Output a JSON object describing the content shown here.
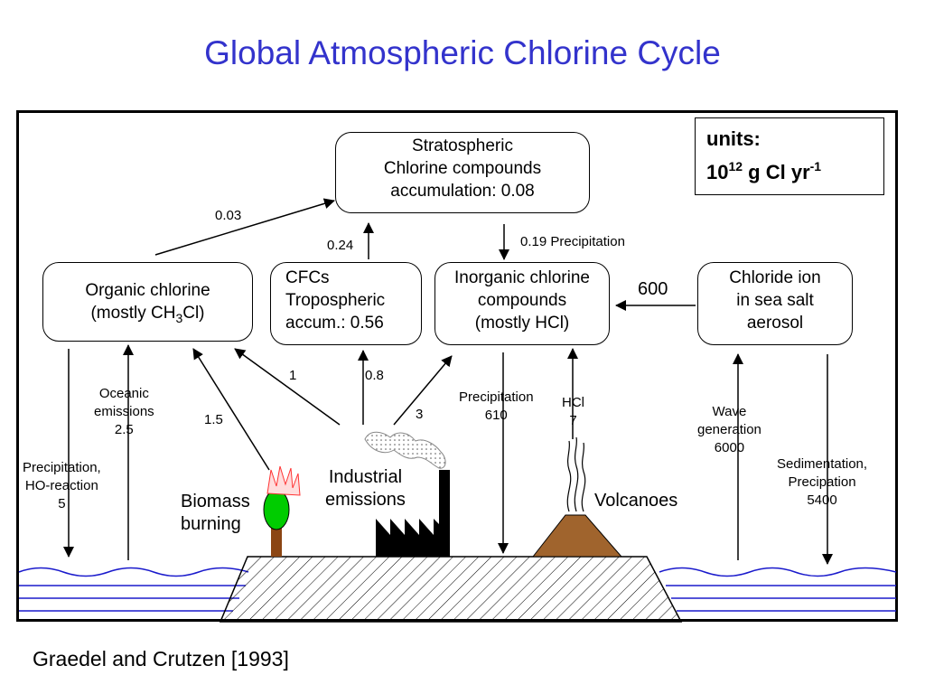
{
  "title": "Global Atmospheric Chlorine Cycle",
  "credit": "Graedel and Crutzen [1993]",
  "units": {
    "label": "units:",
    "base": "10",
    "exp1": "12",
    "mid": " g Cl yr",
    "exp2": "-1"
  },
  "boxes": {
    "stratospheric": [
      "Stratospheric",
      "Chlorine compounds",
      "accumulation: 0.08"
    ],
    "organic": {
      "line1": "Organic chlorine",
      "line2_pre": "(mostly CH",
      "line2_sub": "3",
      "line2_post": "Cl)"
    },
    "cfcs": [
      "CFCs",
      "Tropospheric",
      "accum.: 0.56"
    ],
    "inorganic": [
      "Inorganic chlorine",
      "compounds",
      "(mostly HCl)"
    ],
    "chloride": [
      "Chloride ion",
      "in sea salt",
      "aerosol"
    ]
  },
  "fluxes": {
    "organic_to_strat": "0.03",
    "cfc_to_strat": "0.24",
    "strat_precip": "0.19 Precipitation",
    "seasalt_to_inorganic": "600",
    "ind_to_organic": "1",
    "ind_to_cfc": "0.8",
    "ind_to_inorganic": "3",
    "biomass_to_organic": "1.5",
    "oceanic": [
      "Oceanic",
      "emissions",
      "2.5"
    ],
    "precip_ho": [
      "Precipitation,",
      "HO-reaction",
      "5"
    ],
    "precip_610": [
      "Precipitation",
      "610"
    ],
    "hcl_7": [
      "HCl",
      "7"
    ],
    "wave": [
      "Wave",
      "generation",
      "6000"
    ],
    "sediment": [
      "Sedimentation,",
      "Precipation",
      "5400"
    ]
  },
  "sources": {
    "industrial": [
      "Industrial",
      "emissions"
    ],
    "biomass": [
      "Biomass",
      "burning"
    ],
    "volcanoes": "Volcanoes"
  },
  "colors": {
    "title": "#3333cc",
    "sea": "#1a1acc",
    "tree": "#00cc00",
    "trunk": "#8b4513",
    "volcano": "#a0642d",
    "flame": "#ff3333"
  }
}
